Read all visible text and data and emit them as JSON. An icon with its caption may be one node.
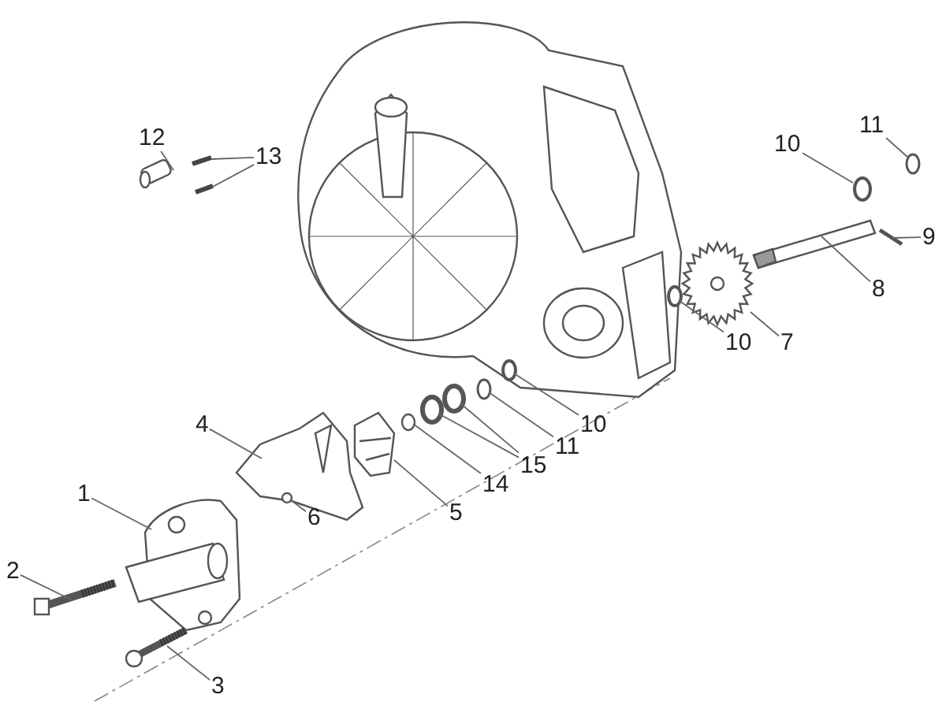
{
  "diagram": {
    "nodes": [
      {
        "text": [
          "11"
        ]
      },
      {
        "text": [
          "12"
        ]
      },
      {
        "text": [
          "13"
        ]
      },
      {
        "text": [
          "10"
        ]
      },
      {
        "text": [
          "9"
        ]
      },
      {
        "text": [
          "8"
        ]
      },
      {
        "text": [
          "10"
        ]
      },
      {
        "text": [
          "7"
        ]
      },
      {
        "text": [
          "4"
        ]
      },
      {
        "text": [
          "10"
        ]
      },
      {
        "text": [
          "11"
        ]
      },
      {
        "text": [
          "15"
        ]
      },
      {
        "text": [
          "14"
        ]
      },
      {
        "text": [
          "1"
        ]
      },
      {
        "text": [
          "6"
        ]
      },
      {
        "text": [
          "5"
        ]
      },
      {
        "text": [
          "2"
        ]
      },
      {
        "text": [
          "3"
        ]
      },
      {
        "text": [],
        "shape": "circle"
      },
      {
        "text": [],
        "shape": "picture"
      },
      {
        "text": [],
        "shape": "picture"
      },
      {
        "text": [],
        "shape": "picture"
      },
      {
        "text": [],
        "shape": "circle"
      },
      {
        "text": [],
        "shape": "picture"
      },
      {
        "text": [],
        "shape": "picture"
      },
      {
        "text": [],
        "shape": "circle"
      },
      {
        "text": [],
        "shape": "picture"
      },
      {
        "text": [],
        "shape": "picture"
      },
      {
        "text": [],
        "shape": "circle"
      },
      {
        "text": [],
        "shape": "circle"
      },
      {
        "text": [],
        "shape": "circle"
      },
      {
        "text": [],
        "shape": "circle"
      },
      {
        "text": [],
        "shape": "circle"
      },
      {
        "text": [],
        "shape": "picture"
      },
      {
        "text": [],
        "shape": "circle",
        "in": 27
      },
      {
        "text": [],
        "shape": "picture"
      },
      {
        "text": [],
        "shape": "picture"
      },
      {
        "text": [],
        "shape": "picture"
      }
    ],
    "edges": [
      {
        "from": 0,
        "to": 18,
        "arrow": "none"
      },
      {
        "from": 1,
        "to": 19,
        "arrow": "none"
      },
      {
        "from": 2,
        "to": 20,
        "arrow": "none"
      },
      {
        "from": 2,
        "to": 21,
        "arrow": "none"
      },
      {
        "from": 3,
        "to": 22,
        "arrow": "none"
      },
      {
        "from": 4,
        "to": 23,
        "arrow": "none"
      },
      {
        "from": 5,
        "to": 24,
        "arrow": "none"
      },
      {
        "from": 6,
        "to": 25,
        "arrow": "none"
      },
      {
        "from": 7,
        "to": 26,
        "arrow": "none"
      },
      {
        "from": 8,
        "to": 27,
        "arrow": "none"
      },
      {
        "from": 9,
        "to": 28,
        "arrow": "none"
      },
      {
        "from": 10,
        "to": 29,
        "arrow": "none"
      },
      {
        "from": 11,
        "to": 30,
        "arrow": "none"
      },
      {
        "from": 11,
        "to": 31,
        "arrow": "none"
      },
      {
        "from": 12,
        "to": 32,
        "arrow": "none"
      },
      {
        "from": 13,
        "to": 33,
        "arrow": "none"
      },
      {
        "from": 14,
        "to": 34,
        "arrow": "none"
      },
      {
        "from": 15,
        "to": 35,
        "arrow": "none"
      },
      {
        "from": 16,
        "to": 36,
        "arrow": "none"
      },
      {
        "from": 17,
        "to": 37,
        "arrow": "none"
      }
    ]
  }
}
